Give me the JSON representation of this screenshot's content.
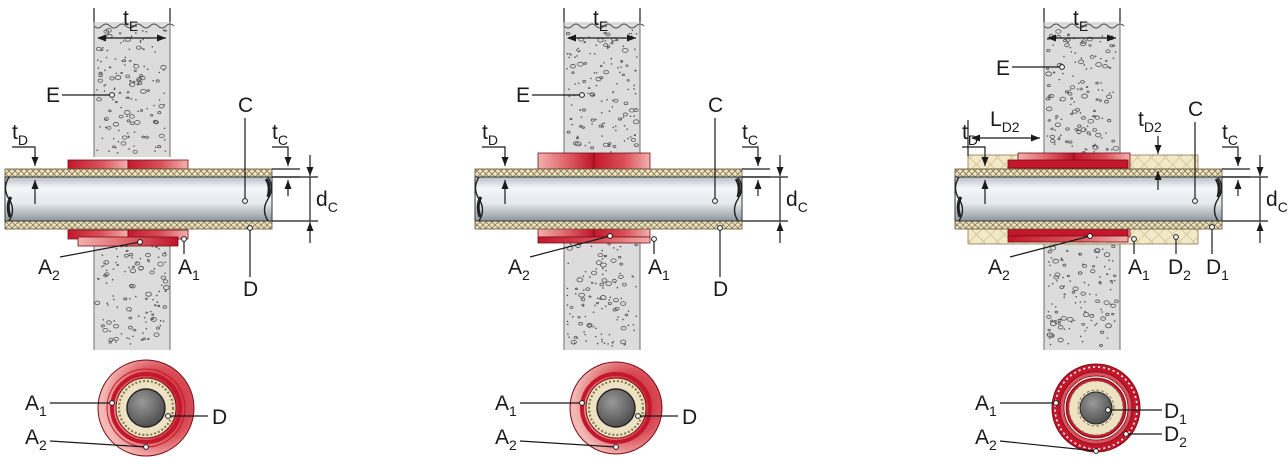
{
  "colors": {
    "concrete": "#dedede",
    "concrete_stroke": "#6e6e6e",
    "pipe_light": "#eef2f5",
    "pipe_dark": "#9aa3aa",
    "insulation": "#ede3c3",
    "insulation_dark": "#8a7a52",
    "collar_red": "#c0182c",
    "collar_pink": "#efa3a3",
    "secondary_insulation": "#f2e9c8"
  },
  "figures": [
    {
      "labels": {
        "tE_main": "t",
        "tE_sub": "E",
        "E": "E",
        "C": "C",
        "tD_main": "t",
        "tD_sub": "D",
        "tC_main": "t",
        "tC_sub": "C",
        "dC_main": "d",
        "dC_sub": "C",
        "A2_main": "A",
        "A2_sub": "2",
        "A1_main": "A",
        "A1_sub": "1",
        "D": "D",
        "cs_A1_main": "A",
        "cs_A1_sub": "1",
        "cs_A2_main": "A",
        "cs_A2_sub": "2",
        "cs_D": "D"
      }
    },
    {
      "labels": {
        "tE_main": "t",
        "tE_sub": "E",
        "E": "E",
        "C": "C",
        "tD_main": "t",
        "tD_sub": "D",
        "tC_main": "t",
        "tC_sub": "C",
        "dC_main": "d",
        "dC_sub": "C",
        "A2_main": "A",
        "A2_sub": "2",
        "A1_main": "A",
        "A1_sub": "1",
        "D": "D",
        "cs_A1_main": "A",
        "cs_A1_sub": "1",
        "cs_A2_main": "A",
        "cs_A2_sub": "2",
        "cs_D": "D"
      }
    },
    {
      "labels": {
        "tE_main": "t",
        "tE_sub": "E",
        "E": "E",
        "C": "C",
        "tD_main": "t",
        "tD_sub": "D",
        "tC_main": "t",
        "tC_sub": "C",
        "dC_main": "d",
        "dC_sub": "C",
        "A2_main": "A",
        "A2_sub": "2",
        "A1_main": "A",
        "A1_sub": "1",
        "LD2_main": "L",
        "LD2_sub": "D2",
        "tD2_main": "t",
        "tD2_sub": "D2",
        "D2_main": "D",
        "D2_sub": "2",
        "D1_main": "D",
        "D1_sub": "1",
        "cs_A1_main": "A",
        "cs_A1_sub": "1",
        "cs_A2_main": "A",
        "cs_A2_sub": "2",
        "cs_D1_main": "D",
        "cs_D1_sub": "1",
        "cs_D2_main": "D",
        "cs_D2_sub": "2"
      }
    }
  ]
}
